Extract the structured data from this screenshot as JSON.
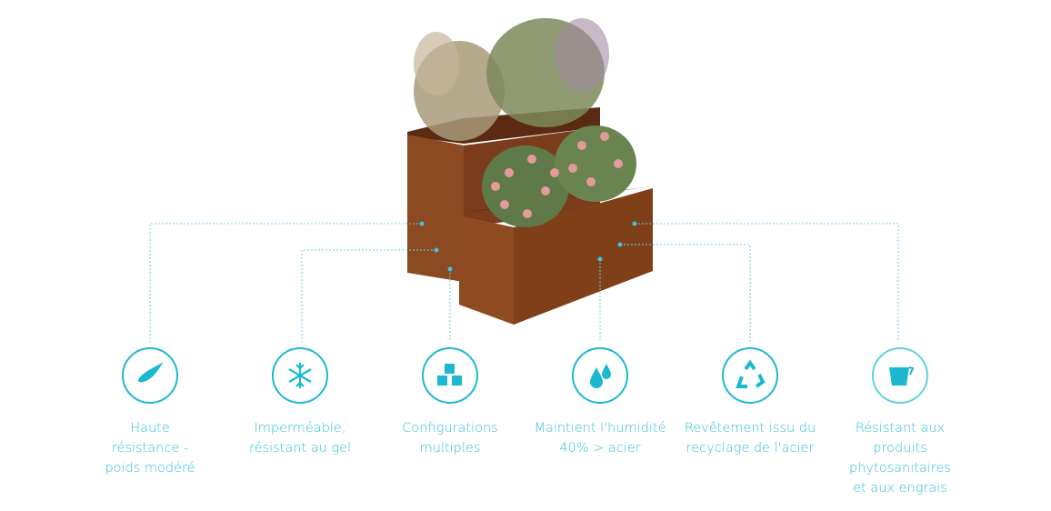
{
  "accent_color": "#1cb8d2",
  "features": [
    {
      "icon": "feather-icon",
      "lines": [
        "Haute",
        "résistance -",
        "poids modéré"
      ]
    },
    {
      "icon": "snowflake-icon",
      "lines": [
        "Imperméable,",
        "résistant au gel"
      ]
    },
    {
      "icon": "cubes-icon",
      "lines": [
        "Configurations",
        "multiples"
      ]
    },
    {
      "icon": "water-drops-icon",
      "lines": [
        "Maintient l'humidité",
        "40% > acier"
      ]
    },
    {
      "icon": "recycle-icon",
      "lines": [
        "Revêtement issu du",
        "recyclage de l'acier"
      ]
    },
    {
      "icon": "bucket-icon",
      "lines": [
        "Résistant aux",
        "produits",
        "phytosanitaires",
        "et aux engrais"
      ]
    }
  ]
}
